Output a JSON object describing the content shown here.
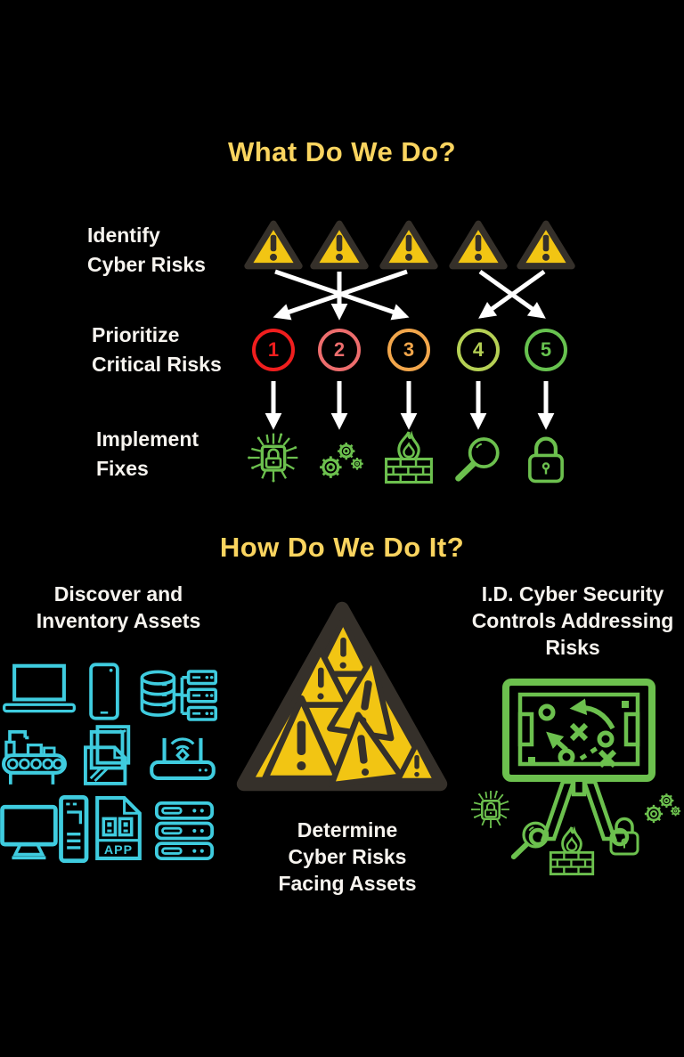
{
  "colors": {
    "bg": "#000000",
    "yellow": "#FAD45F",
    "text": "#F7F4EF",
    "green": "#6CC04E",
    "cyan": "#3FCCDF",
    "tri_fill": "#F2C513",
    "tri_outline": "#35302A",
    "arrow": "#FFFFFF"
  },
  "what": {
    "title": "What Do We Do?",
    "rows": [
      "Identify\nCyber Risks",
      "Prioritize\nCritical Risks",
      "Implement\nFixes"
    ],
    "risk_icons": [
      "warning-triangle",
      "warning-triangle",
      "warning-triangle",
      "warning-triangle",
      "warning-triangle"
    ],
    "priorities": [
      {
        "number": "1",
        "color": "#F01E1E"
      },
      {
        "number": "2",
        "color": "#ED6D6D"
      },
      {
        "number": "3",
        "color": "#F2A64B"
      },
      {
        "number": "4",
        "color": "#B5D054"
      },
      {
        "number": "5",
        "color": "#67C24F"
      }
    ],
    "arrow_mapping": [
      [
        1,
        3
      ],
      [
        2,
        2
      ],
      [
        3,
        1
      ],
      [
        4,
        5
      ],
      [
        5,
        4
      ]
    ],
    "fix_icons": [
      "circuit-chip-lock",
      "gears",
      "firewall-fire",
      "magnifier",
      "padlock"
    ]
  },
  "how": {
    "title": "How Do We Do It?",
    "left": {
      "heading": "Discover and\nInventory Assets",
      "app_label": "APP",
      "asset_icons": [
        "laptop",
        "smartphone",
        "database-network",
        "robot-conveyor",
        "folder-documents",
        "wifi-router",
        "desktop-computer",
        "app-file",
        "server-rack"
      ]
    },
    "center": {
      "caption": "Determine\nCyber Risks\nFacing Assets",
      "icon": "nested-warning-triangles"
    },
    "right": {
      "heading": "I.D. Cyber Security\nControls Addressing\nRisks",
      "control_icons": [
        "strategy-board",
        "circuit-chip-lock",
        "gears",
        "magnifier",
        "firewall-fire",
        "padlock"
      ]
    }
  }
}
